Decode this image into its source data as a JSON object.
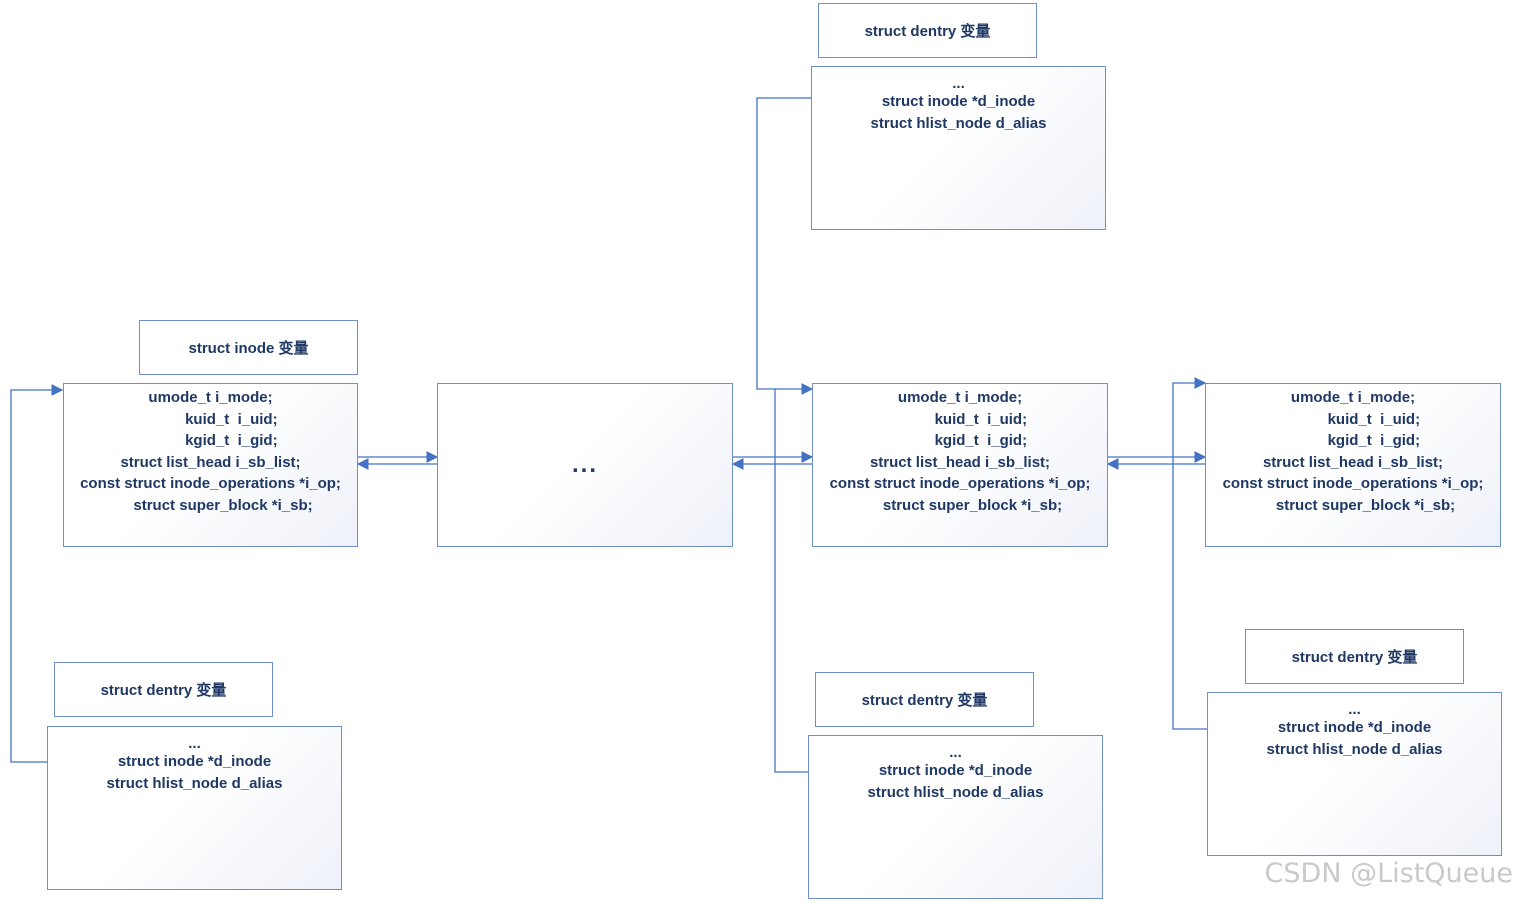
{
  "labels": {
    "inode_left": "struct inode 变量",
    "dentry_top": "struct dentry 变量",
    "dentry_bottom_left": "struct dentry 变量",
    "dentry_bottom_mid": "struct dentry 变量",
    "dentry_bottom_right": "struct dentry 变量"
  },
  "inode_fields": [
    "umode_t i_mode;",
    "          kuid_t  i_uid;",
    "          kgid_t  i_gid;",
    "struct list_head i_sb_list;",
    "const struct inode_operations *i_op;",
    "      struct super_block *i_sb;"
  ],
  "dentry_fields": [
    "...",
    "struct inode *d_inode",
    "struct hlist_node d_alias"
  ],
  "middle_box": "...",
  "watermark": "CSDN @ListQueue",
  "colors": {
    "border": "#6f8fc8",
    "text": "#1f3864",
    "arrow": "#4472c4"
  }
}
